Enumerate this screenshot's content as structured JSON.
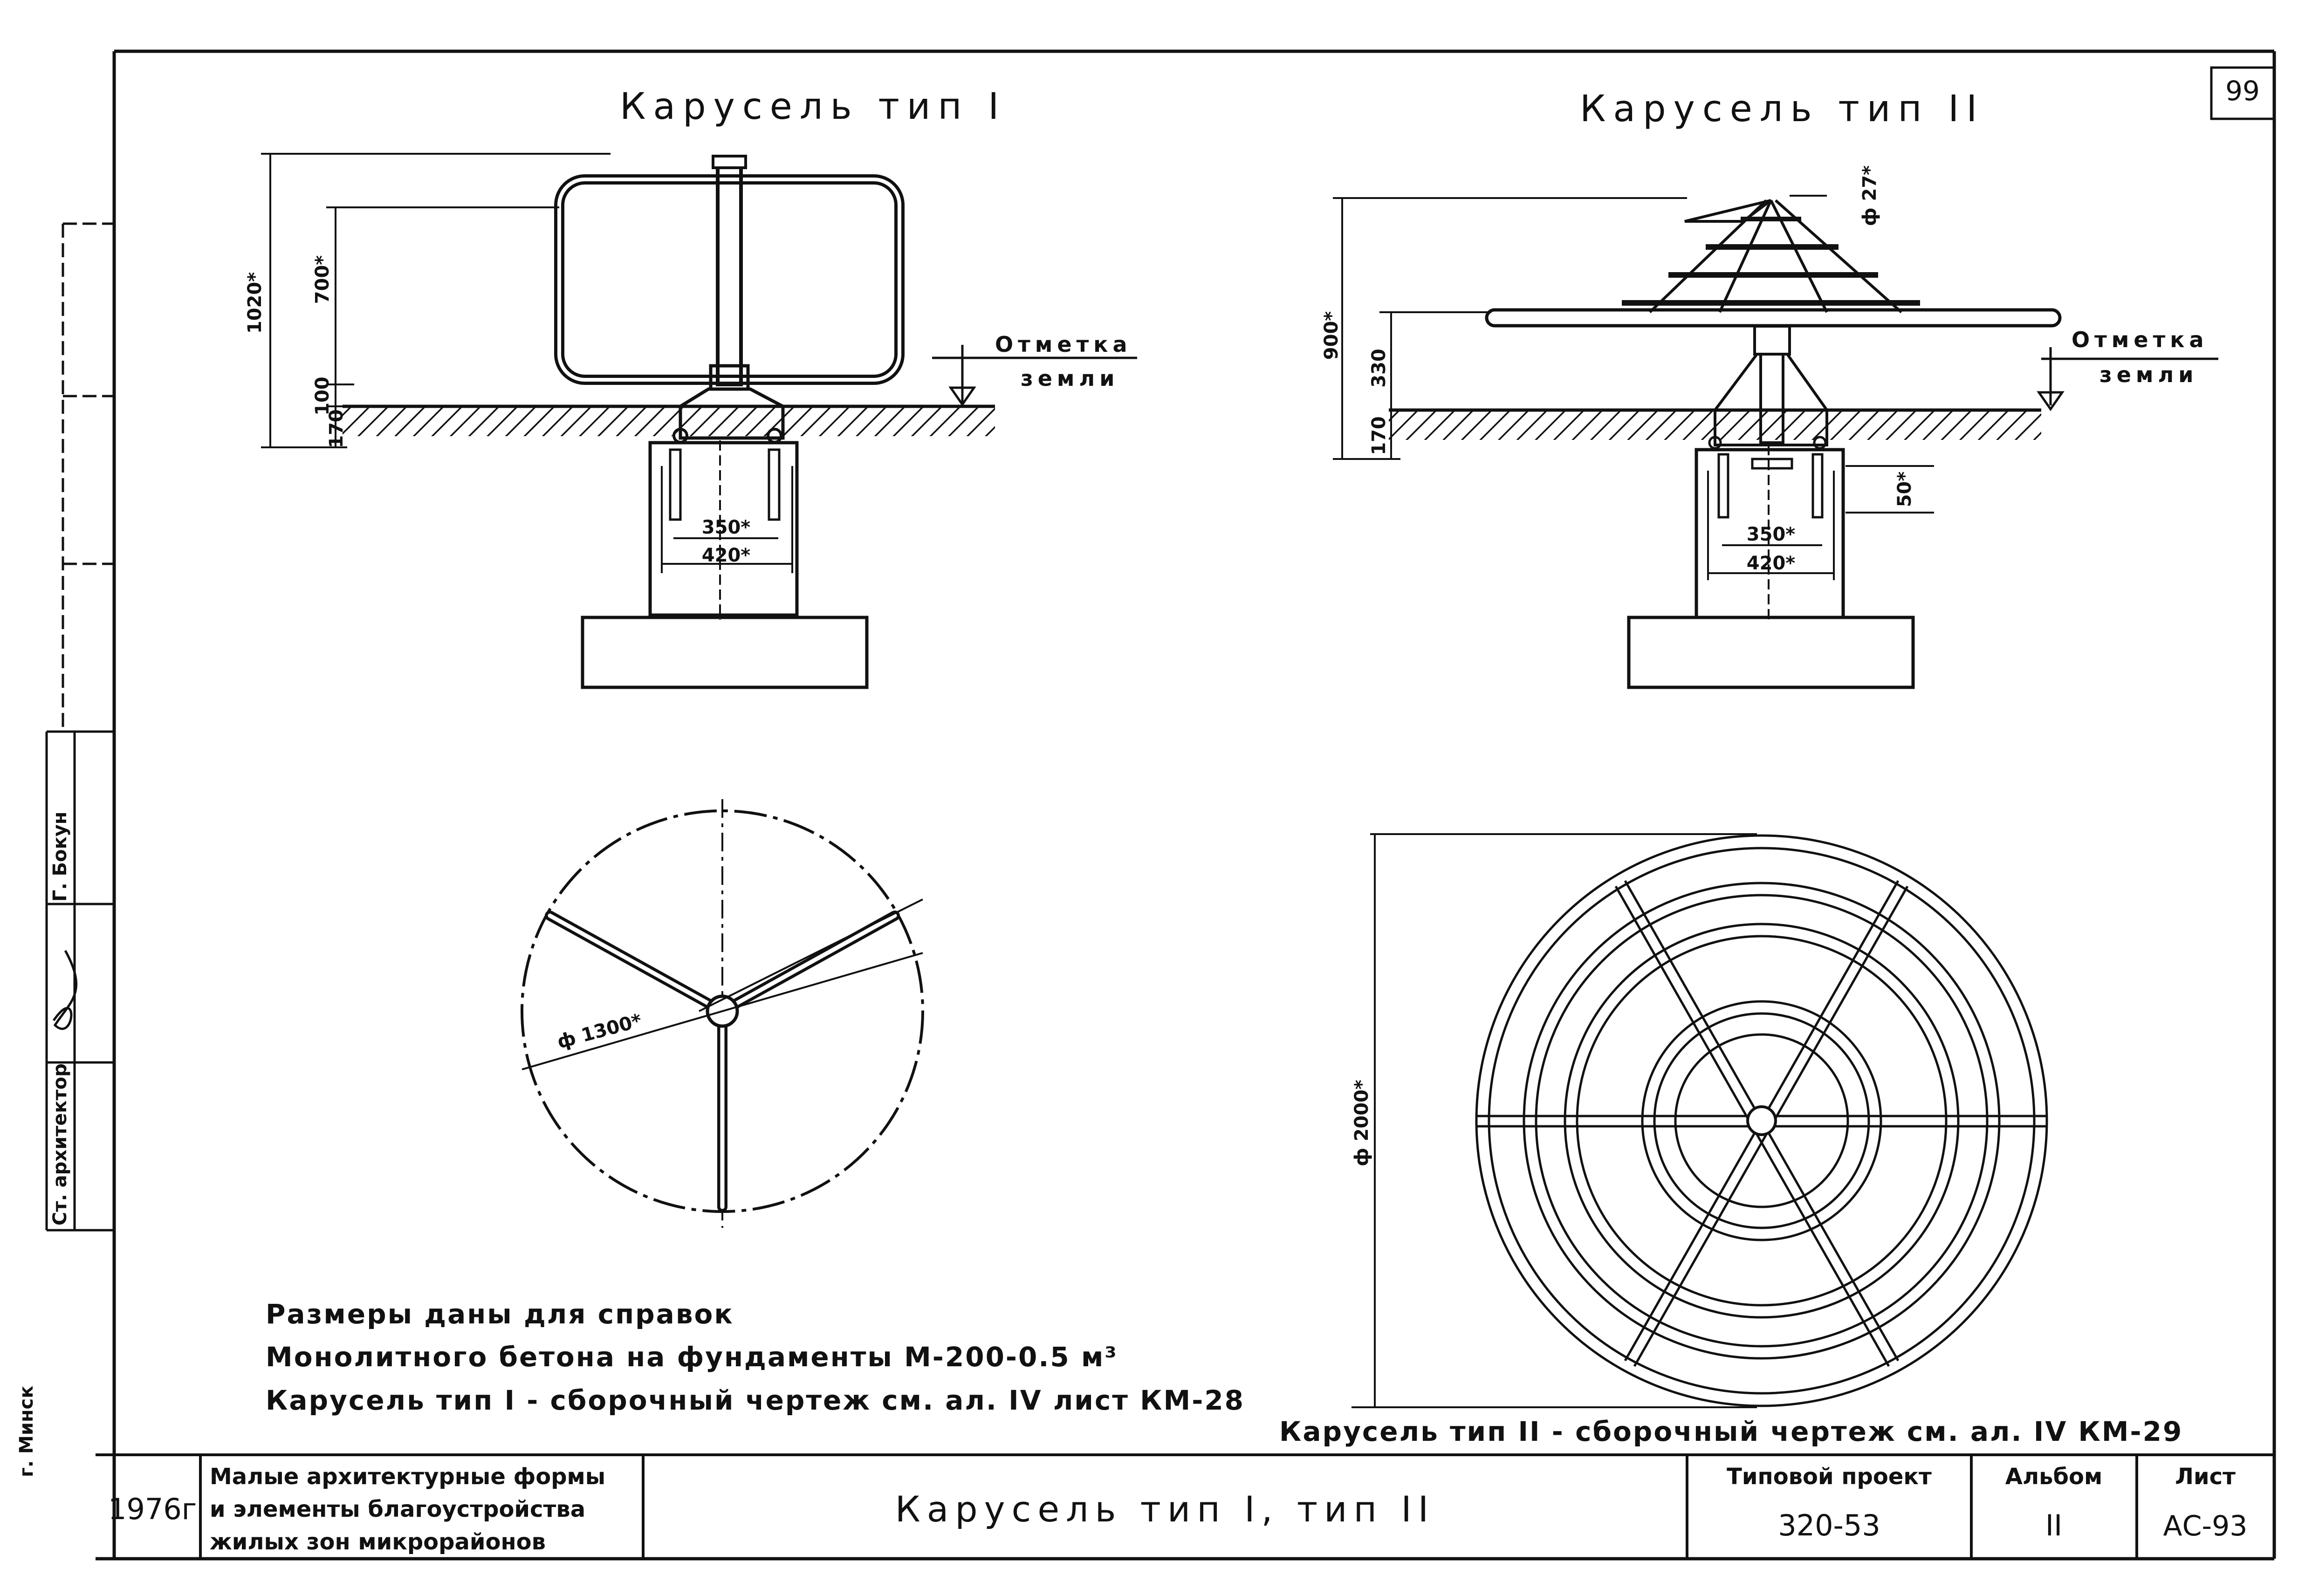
{
  "sheet_number": "99",
  "type1": {
    "title": "Карусель тип I",
    "dims": {
      "h_total": "1020*",
      "h_frame": "700*",
      "h_gap": "100",
      "h_found": "170",
      "w_inner": "350*",
      "w_outer": "420*"
    },
    "ground_label_1": "Отметка",
    "ground_label_2": "земли",
    "plan_diameter": "ф 1300*"
  },
  "type2": {
    "title": "Карусель тип II",
    "dims": {
      "h_total": "900*",
      "h_seat": "330",
      "h_found": "170",
      "pipe_d": "ф 27*",
      "depth": "50*",
      "w_inner": "350*",
      "w_outer": "420*"
    },
    "ground_label_1": "Отметка",
    "ground_label_2": "земли",
    "plan_diameter": "ф 2000*"
  },
  "notes": {
    "line1": "Размеры даны для справок",
    "line2": "Монолитного бетона на фундаменты М-200-0.5 м³",
    "line3": "Карусель тип I - сборочный чертеж см. ал. IV лист КМ-28",
    "line4": "Карусель тип II - сборочный чертеж см. ал. IV КМ-29"
  },
  "side_stamp": {
    "role": "Ст. архитектор",
    "name": "Г. Бокун",
    "city": "г. Минск"
  },
  "title_block": {
    "year": "1976г",
    "org_line1": "Малые архитектурные формы",
    "org_line2": "и элементы благоустройства",
    "org_line3": "жилых зон микрорайонов",
    "drawing_title": "Карусель тип I, тип II",
    "project_label": "Типовой проект",
    "project_value": "320-53",
    "album_label": "Альбом",
    "album_value": "II",
    "sheet_label": "Лист",
    "sheet_value": "АС-93"
  }
}
